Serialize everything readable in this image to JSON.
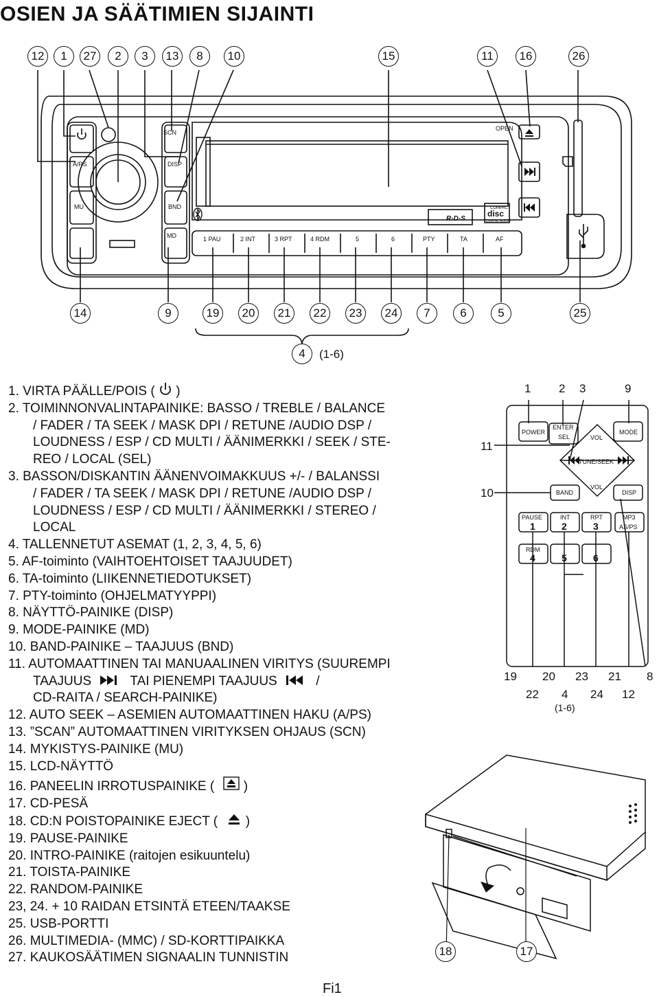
{
  "page": {
    "title": "OSIEN JA SÄÄTIMIEN SIJAINTI",
    "footer": "Fi1"
  },
  "top_callouts": [
    "12",
    "1",
    "27",
    "2",
    "3",
    "13",
    "8",
    "10",
    "15",
    "11",
    "16",
    "26"
  ],
  "bottom_callouts": [
    "14",
    "9",
    "19",
    "20",
    "21",
    "22",
    "23",
    "24",
    "7",
    "6",
    "5",
    "25"
  ],
  "group_callout": {
    "number": "4",
    "range": "(1-6)"
  },
  "faceplate": {
    "labels": {
      "scn": "SCN",
      "open": "OPEN",
      "aps": "A/PS",
      "disp": "DISP",
      "mu": "MU",
      "bnd": "BND",
      "md": "MD",
      "compact": "COMPACT",
      "disc": "disc",
      "digital_audio": "DIGITAL AUDIO",
      "rds": "R·D·S"
    },
    "preset_buttons": [
      "1 PAU",
      "2 INT",
      "3 RPT",
      "4 RDM",
      "5",
      "6",
      "PTY",
      "TA",
      "AF"
    ]
  },
  "items": [
    {
      "text": "1. VIRTA PÄÄLLE/POIS (",
      "icon": "power-icon",
      "after": " )"
    },
    {
      "text": "2. TOIMINNONVALINTAPAINIKE: BASSO / TREBLE / BALANCE",
      "cont": [
        "/ FADER / TA SEEK / MASK DPI / RETUNE /AUDIO DSP /",
        "LOUDNESS / ESP / CD MULTI / ÄÄNIMERKKI / SEEK / STE-",
        "REO / LOCAL (SEL)"
      ]
    },
    {
      "text": "3. BASSON/DISKANTIN ÄÄNENVOIMAKKUUS +/- / BALANSSI",
      "cont": [
        "/ FADER / TA SEEK / MASK DPI / RETUNE /AUDIO DSP /",
        "LOUDNESS / ESP / CD MULTI / ÄÄNIMERKKI / STEREO /",
        "LOCAL"
      ]
    },
    {
      "text": "4. TALLENNETUT ASEMAT (1, 2, 3, 4, 5, 6)"
    },
    {
      "text": "5. AF-toiminto (VAIHTOEHTOISET TAAJUUDET)"
    },
    {
      "text": "6. TA-toiminto (LIIKENNETIEDOTUKSET)"
    },
    {
      "text": "7. PTY-toiminto (OHJELMATYYPPI)"
    },
    {
      "text": "8. NÄYTTÖ-PAINIKE (DISP)"
    },
    {
      "text": "9. MODE-PAINIKE (MD)"
    },
    {
      "text": "10. BAND-PAINIKE – TAAJUUS (BND)"
    },
    {
      "text": "11. AUTOMAATTINEN TAI MANUAALINEN VIRITYS (SUUREMPI",
      "cont11a": "TAAJUUS",
      "cont11b": "TAI PIENEMPI TAAJUUS",
      "cont11c": "/",
      "cont": [
        "CD-RAITA / SEARCH-PAINIKE)"
      ]
    },
    {
      "text": "12. AUTO SEEK – ASEMIEN AUTOMAATTINEN HAKU (A/PS)"
    },
    {
      "text": "13. ”SCAN” AUTOMAATTINEN VIRITYKSEN OHJAUS (SCN)"
    },
    {
      "text": "14. MYKISTYS-PAINIKE (MU)"
    },
    {
      "text": "15. LCD-NÄYTTÖ"
    },
    {
      "text": "16. PANEELIN IRROTUSPAINIKE (",
      "icon": "panel-release-icon",
      "after": " )"
    },
    {
      "text": "17. CD-PESÄ"
    },
    {
      "text": "18. CD:N POISTOPAINIKE EJECT (",
      "icon": "eject-icon",
      "after": " )"
    },
    {
      "text": "19. PAUSE-PAINIKE"
    },
    {
      "text": "20. INTRO-PAINIKE (raitojen esikuuntelu)"
    },
    {
      "text": "21. TOISTA-PAINIKE"
    },
    {
      "text": "22. RANDOM-PAINIKE"
    },
    {
      "text": "23, 24. + 10 RAIDAN ETSINTÄ ETEEN/TAAKSE"
    },
    {
      "text": "25. USB-PORTTI"
    },
    {
      "text": "26. MULTIMEDIA- (MMC) / SD-KORTTIPAIKKA"
    },
    {
      "text": "27. KAUKOSÄÄTIMEN SIGNAALIN TUNNISTIN"
    }
  ],
  "remote": {
    "top_numbers": [
      "1",
      "2",
      "3",
      "9"
    ],
    "side_numbers": [
      "11",
      "10"
    ],
    "bottom_row1": [
      "19",
      "20",
      "23",
      "21",
      "8"
    ],
    "bottom_row2": [
      "22",
      "4",
      "24",
      "12"
    ],
    "bottom_range": "(1-6)",
    "buttons": {
      "power": "POWER",
      "enter": "ENTER",
      "sel": "SEL",
      "mode": "MODE",
      "vol_top": "VOL",
      "tune_seek": "TUNE/SEEK",
      "vol_bottom": "VOL",
      "band": "BAND",
      "disp": "DISP",
      "pause": "PAUSE",
      "int": "INT",
      "rpt": "RPT",
      "mp3": "MP3",
      "aps": "AS/PS",
      "rdm": "RDM",
      "n1": "1",
      "n2": "2",
      "n3": "3",
      "n4": "4",
      "n5": "5",
      "n6": "6"
    }
  },
  "unit_callouts": [
    "18",
    "17"
  ]
}
